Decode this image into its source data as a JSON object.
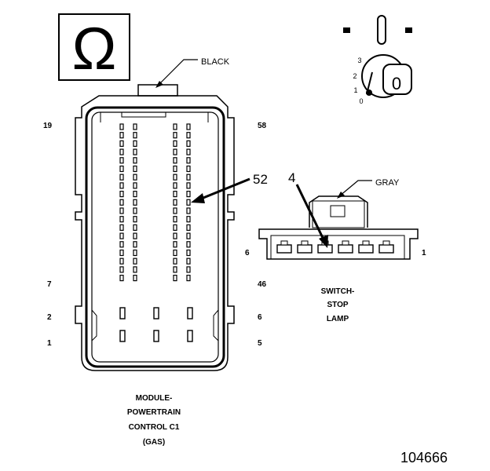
{
  "figure_id": "104666",
  "ohm_symbol": "Ω",
  "pcm_connector": {
    "color_label": "BLACK",
    "pins": {
      "top_left": "19",
      "top_right": "58",
      "mid_left": "7",
      "mid_right": "46",
      "low_left_a": "2",
      "low_right_a": "6",
      "low_left_b": "1",
      "low_right_b": "5"
    },
    "callout_pin": "52",
    "caption": [
      "MODULE-",
      "POWERTRAIN",
      "CONTROL C1",
      "(GAS)"
    ]
  },
  "switch_connector": {
    "color_label": "GRAY",
    "callout_pin": "4",
    "left_pin": "6",
    "right_pin": "1",
    "caption": [
      "SWITCH-",
      "STOP",
      "LAMP"
    ]
  },
  "meter_dial": {
    "positions": [
      "3",
      "2",
      "1",
      "0"
    ],
    "readout": "0"
  }
}
